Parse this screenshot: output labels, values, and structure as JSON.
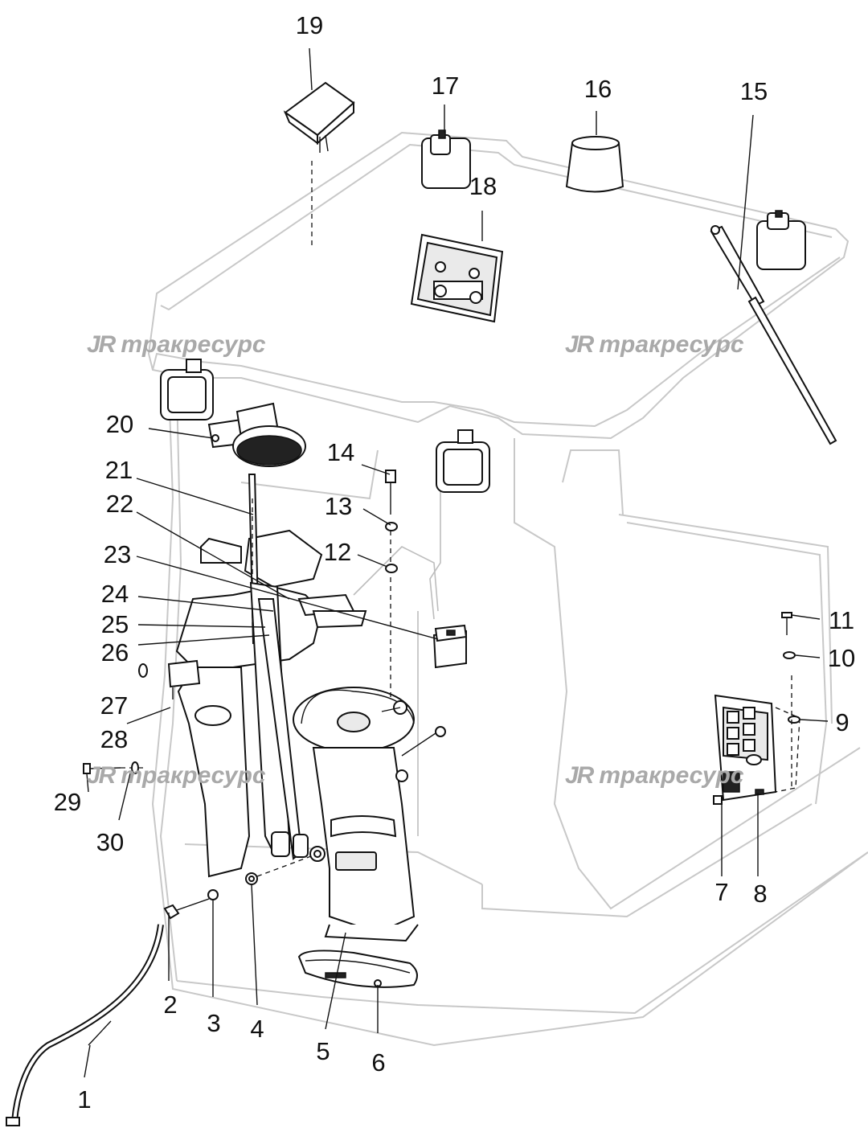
{
  "watermark": {
    "logo": "JR",
    "text": "тракресурс"
  },
  "callouts": [
    "1",
    "2",
    "3",
    "4",
    "5",
    "6",
    "7",
    "8",
    "9",
    "10",
    "11",
    "12",
    "13",
    "14",
    "15",
    "16",
    "17",
    "18",
    "19",
    "20",
    "21",
    "22",
    "23",
    "24",
    "25",
    "26",
    "27",
    "28",
    "29",
    "30"
  ],
  "colors": {
    "outline": "#111111",
    "cab_outline": "#c8c8c8",
    "watermark": "#a9a9a9"
  }
}
